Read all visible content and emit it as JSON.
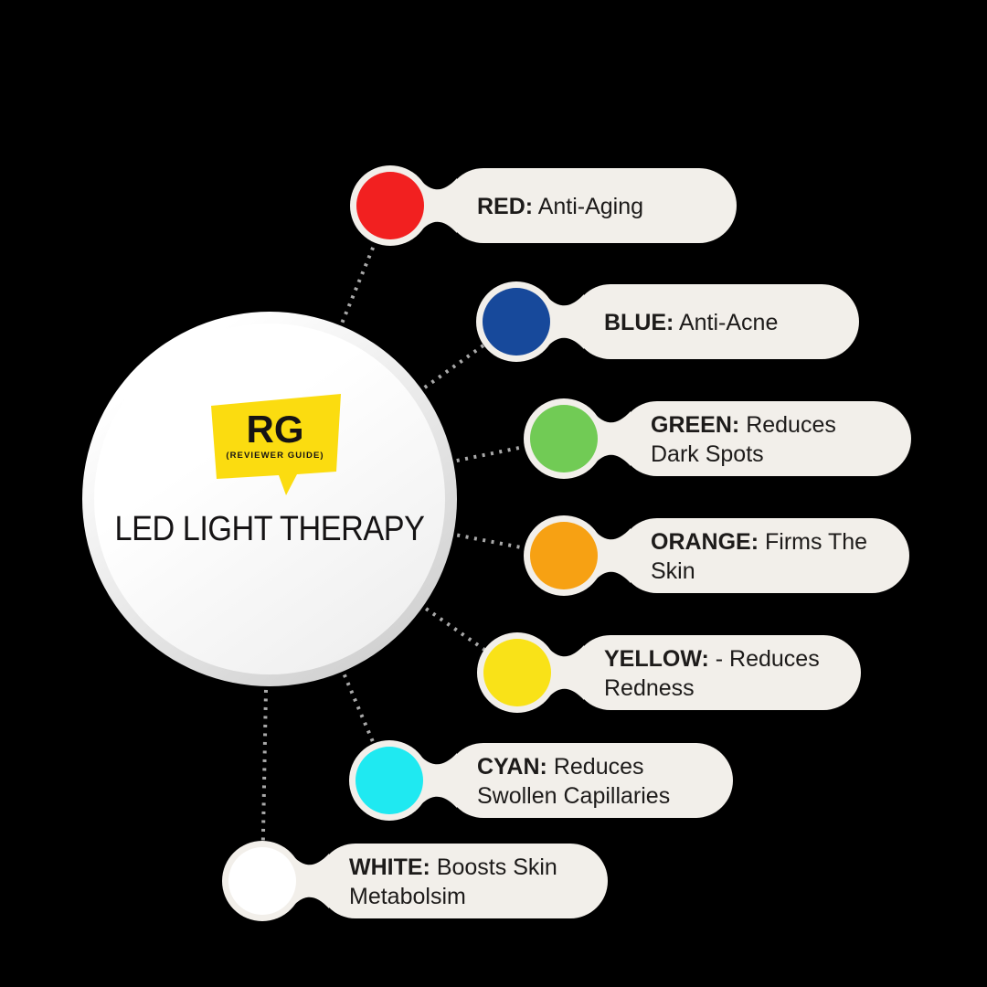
{
  "title": "LED LIGHT THERAPY",
  "logo": {
    "abbr": "RG",
    "subtitle": "(REVIEWER GUIDE)",
    "bubble_color": "#FBDC10"
  },
  "items": [
    {
      "name": "red",
      "label": "RED:",
      "description": "Anti-Aging",
      "color": "#F22020"
    },
    {
      "name": "blue",
      "label": "BLUE:",
      "description": "Anti-Acne",
      "color": "#17499B"
    },
    {
      "name": "green",
      "label": "GREEN:",
      "description": "Reduces Dark Spots",
      "color": "#71CB55"
    },
    {
      "name": "orange",
      "label": "ORANGE:",
      "description": "Firms The Skin",
      "color": "#F7A113"
    },
    {
      "name": "yellow",
      "label": "YELLOW:",
      "description": "- Reduces Redness",
      "color": "#F9E218"
    },
    {
      "name": "cyan",
      "label": "CYAN:",
      "description": "Reduces Swollen Capillaries",
      "color": "#1FE9F1"
    },
    {
      "name": "white",
      "label": "WHITE:",
      "description": "Boosts Skin Metabolsim",
      "color": "#FFFFFF"
    }
  ],
  "colors": {
    "background": "#000000",
    "pill_background": "#F2EFEA",
    "circle_ring": "#F2EFEA",
    "dotted_line": "#A9A9A9",
    "text": "#1D1B1A"
  }
}
